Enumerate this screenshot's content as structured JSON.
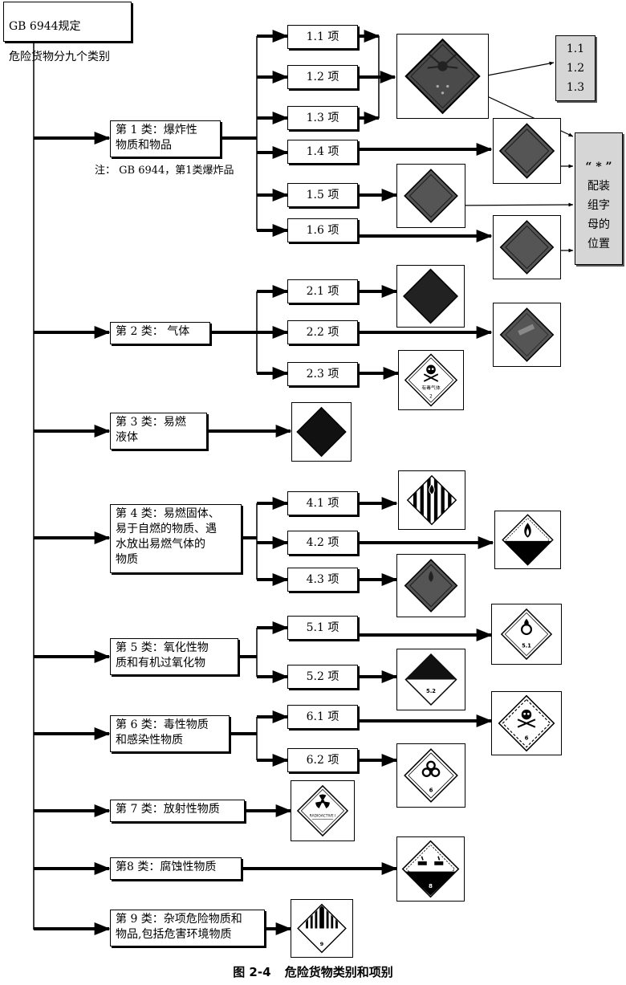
{
  "root": {
    "line1": "GB 6944规定",
    "line2": "危险货物分九个类别"
  },
  "note": "注： GB 6944，第1类爆炸品",
  "classes": [
    {
      "label": "第 1 类：爆炸性\n物质和物品",
      "divisions": [
        "1.1 项",
        "1.2 项",
        "1.3 项",
        "1.4 项",
        "1.5 项",
        "1.6 项"
      ]
    },
    {
      "label": "第 2 类： 气体",
      "divisions": [
        "2.1 项",
        "2.2 项",
        "2.3 项"
      ]
    },
    {
      "label": "第 3 类：易燃\n液体",
      "divisions": []
    },
    {
      "label": "第 4 类：易燃固体、\n易于自燃的物质、遇\n水放出易燃气体的\n物质",
      "divisions": [
        "4.1 项",
        "4.2 项",
        "4.3 项"
      ]
    },
    {
      "label": "第 5 类：氧化性物\n质和有机过氧化物",
      "divisions": [
        "5.1 项",
        "5.2 项"
      ]
    },
    {
      "label": "第 6 类：毒性物质\n和感染性物质",
      "divisions": [
        "6.1 项",
        "6.2 项"
      ]
    },
    {
      "label": "第 7 类：放射性物质",
      "divisions": []
    },
    {
      "label": "第8 类：腐蚀性物质",
      "divisions": []
    },
    {
      "label": "第 9 类：杂项危险物质和\n物品,包括危害环境物质",
      "divisions": []
    }
  ],
  "explosive_divisions_box": [
    "1.1",
    "1.2",
    "1.3"
  ],
  "compat_box": {
    "mark": "“ * ”",
    "text": "配装\n组字\n母的\n位置"
  },
  "sign_texts": {
    "toxic_gas": "有毒气体",
    "toxic_gas_num": "2",
    "oxidizer_num": "5.1",
    "peroxide_num": "5.2",
    "toxic_num": "6",
    "infectious_num": "6",
    "radioactive": "RADIOACTIVE I",
    "corrosive_num": "8",
    "misc_num": "9"
  },
  "caption": {
    "fig": "图 2-4",
    "title": "危险货物类别和项别"
  }
}
